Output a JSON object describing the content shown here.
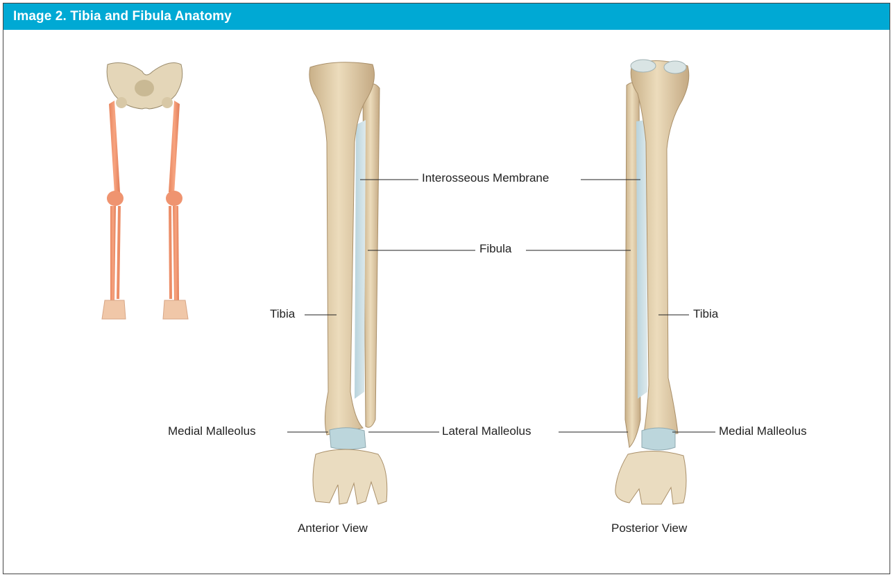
{
  "header": {
    "title": "Image 2. Tibia and Fibula Anatomy",
    "color": "#00a9d4"
  },
  "labels": {
    "interosseous": "Interosseous Membrane",
    "fibula": "Fibula",
    "tibia_left": "Tibia",
    "tibia_right": "Tibia",
    "medial_malleolus_left": "Medial Malleolus",
    "lateral_malleolus": "Lateral Malleolus",
    "medial_malleolus_right": "Medial Malleolus"
  },
  "captions": {
    "anterior": "Anterior View",
    "posterior": "Posterior View"
  },
  "colors": {
    "bone": "#e6d3b0",
    "bone_shade": "#c8b08a",
    "membrane": "#c9dde4",
    "highlight": "#f0906a"
  }
}
